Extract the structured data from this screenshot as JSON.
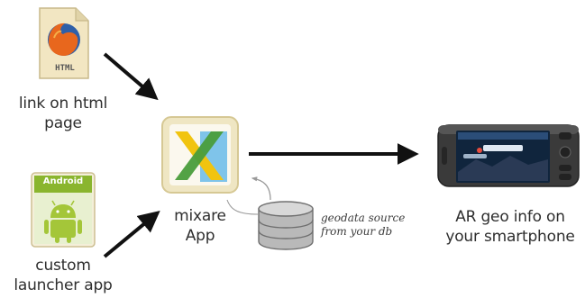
{
  "nodes": {
    "html_page": {
      "icon_text": "HTML",
      "label_line1": "link on html",
      "label_line2": "page"
    },
    "launcher": {
      "icon_text": "Android",
      "label_line1": "custom",
      "label_line2": "launcher app"
    },
    "mixare": {
      "label_line1": "mixare",
      "label_line2": "App"
    },
    "db": {
      "label_line1": "geodata source",
      "label_line2": "from your db"
    },
    "phone": {
      "label_line1": "AR geo info on",
      "label_line2": "your smartphone"
    }
  },
  "colors": {
    "arrow": "#111111",
    "db_arrow": "#9a9a9a",
    "mixare_frame": "#e9dfb8",
    "mixare_yellow": "#f1c40f",
    "mixare_green": "#4a9d3b",
    "mixare_blue": "#7fc4ea",
    "android_green": "#a4c639",
    "firefox_orange": "#e8671d",
    "phone_body": "#3a3a3a"
  }
}
